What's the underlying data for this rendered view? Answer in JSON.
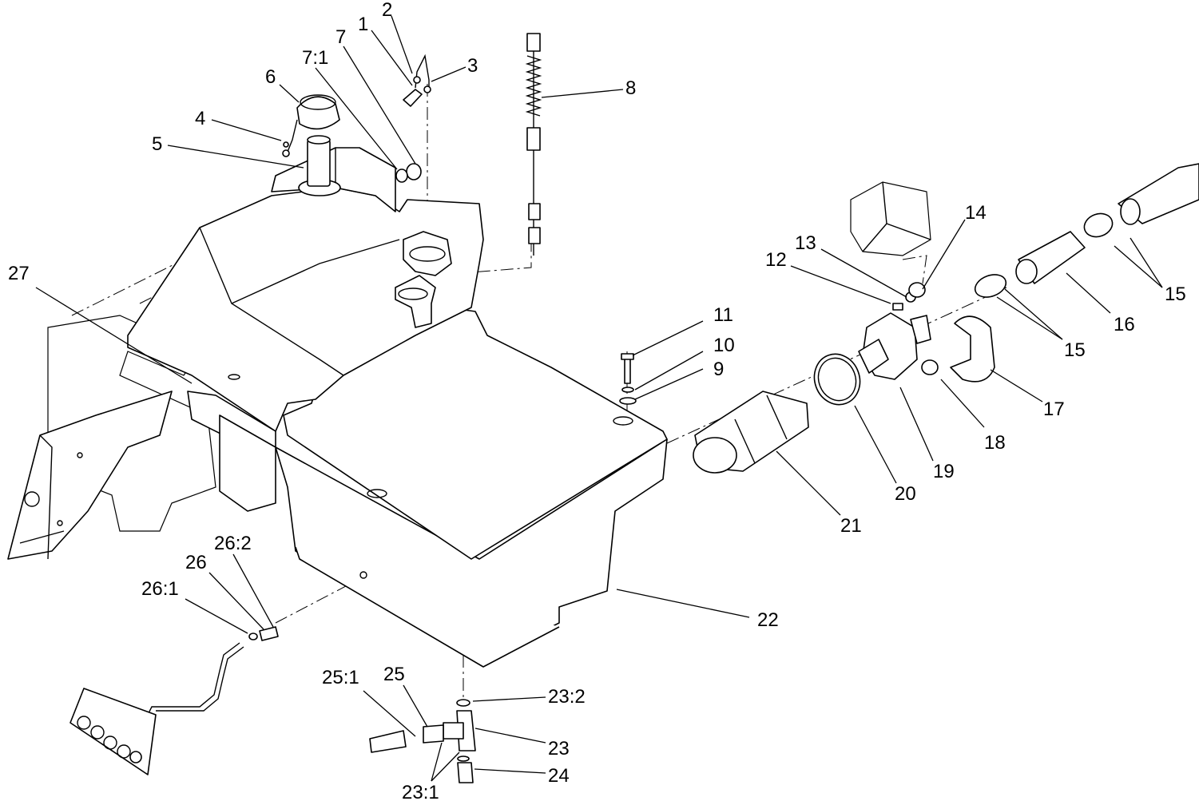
{
  "palette": {
    "line": "#000000",
    "background": "#ffffff"
  },
  "callouts": [
    {
      "id": "c1",
      "text": "1"
    },
    {
      "id": "c2",
      "text": "2"
    },
    {
      "id": "c3",
      "text": "3"
    },
    {
      "id": "c4",
      "text": "4"
    },
    {
      "id": "c5",
      "text": "5"
    },
    {
      "id": "c6",
      "text": "6"
    },
    {
      "id": "c7",
      "text": "7"
    },
    {
      "id": "c7_1",
      "text": "7:1"
    },
    {
      "id": "c8",
      "text": "8"
    },
    {
      "id": "c9",
      "text": "9"
    },
    {
      "id": "c10",
      "text": "10"
    },
    {
      "id": "c11",
      "text": "11"
    },
    {
      "id": "c12",
      "text": "12"
    },
    {
      "id": "c13",
      "text": "13"
    },
    {
      "id": "c14",
      "text": "14"
    },
    {
      "id": "c15a",
      "text": "15"
    },
    {
      "id": "c15b",
      "text": "15"
    },
    {
      "id": "c16",
      "text": "16"
    },
    {
      "id": "c17",
      "text": "17"
    },
    {
      "id": "c18",
      "text": "18"
    },
    {
      "id": "c19",
      "text": "19"
    },
    {
      "id": "c20",
      "text": "20"
    },
    {
      "id": "c21",
      "text": "21"
    },
    {
      "id": "c22",
      "text": "22"
    },
    {
      "id": "c23",
      "text": "23"
    },
    {
      "id": "c23_1",
      "text": "23:1"
    },
    {
      "id": "c23_2",
      "text": "23:2"
    },
    {
      "id": "c24",
      "text": "24"
    },
    {
      "id": "c25",
      "text": "25"
    },
    {
      "id": "c25_1",
      "text": "25:1"
    },
    {
      "id": "c26",
      "text": "26"
    },
    {
      "id": "c26_1",
      "text": "26:1"
    },
    {
      "id": "c26_2",
      "text": "26:2"
    },
    {
      "id": "c27",
      "text": "27"
    }
  ]
}
